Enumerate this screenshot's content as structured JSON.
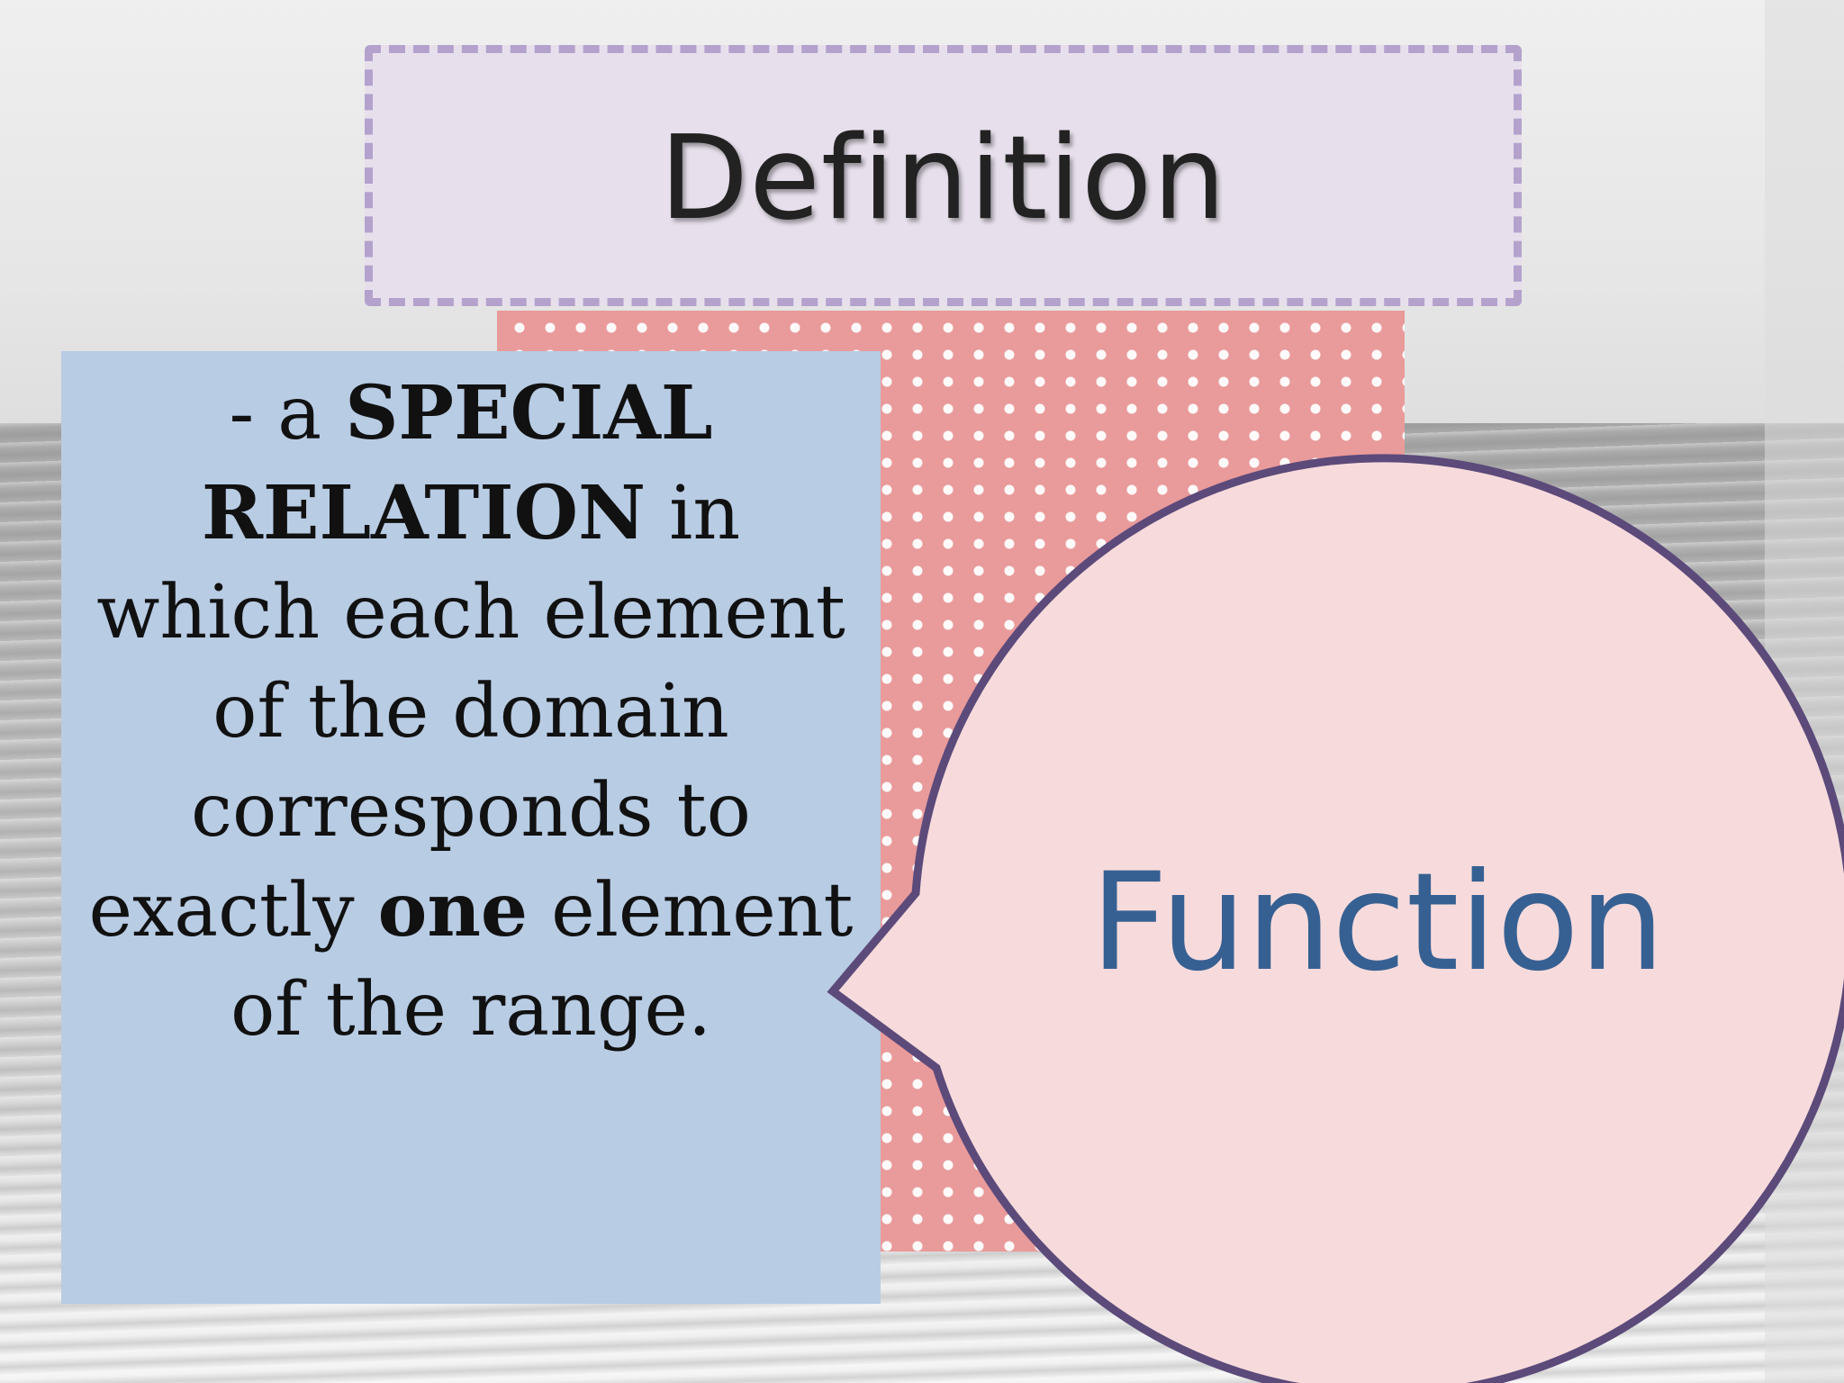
{
  "slide": {
    "title": "Definition",
    "definition": {
      "dash": "- ",
      "a": " a ",
      "special": "SPECIAL",
      "relation": "RELATION",
      "in_which": " in which each element of the domain corresponds to exactly ",
      "one": "one",
      "rest": " element of the range."
    },
    "bubble_label": "Function"
  },
  "colors": {
    "title_box_fill": "#e7e0ec",
    "title_box_border": "#b4a2cd",
    "definition_box_fill": "#b8cce4",
    "pink_panel": "#e99a9a",
    "bubble_fill": "#f7dbdc",
    "bubble_border": "#5c4a7a",
    "bubble_text": "#376092"
  },
  "icons": {
    "bubble": "speech-bubble-icon"
  }
}
